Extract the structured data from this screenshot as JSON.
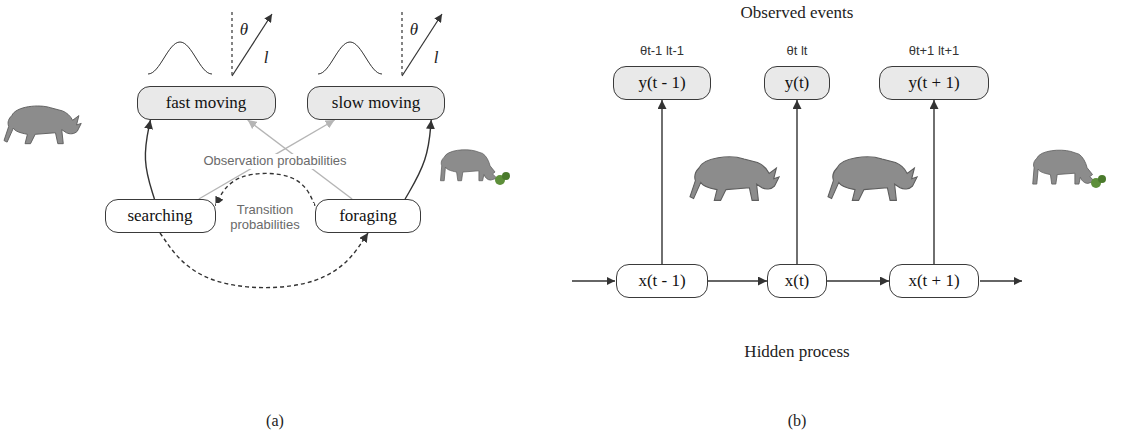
{
  "diagram": {
    "nodes": [
      {
        "text": [
          "fast moving"
        ]
      },
      {
        "text": [
          "slow moving"
        ]
      },
      {
        "text": [
          "searching"
        ]
      },
      {
        "text": [
          "foraging"
        ]
      },
      {
        "text": [
          "y(t - 1)"
        ]
      },
      {
        "text": [
          "y(t)"
        ]
      },
      {
        "text": [
          "y(t + 1)"
        ]
      },
      {
        "text": [
          "x(t - 1)"
        ]
      },
      {
        "text": [
          "x(t)"
        ]
      },
      {
        "text": [
          "x(t + 1)"
        ]
      }
    ],
    "edges": [
      {
        "from": 2,
        "to": 0,
        "arrow": "to"
      },
      {
        "from": 2,
        "to": 1,
        "arrow": "to"
      },
      {
        "from": 3,
        "to": 0,
        "arrow": "to"
      },
      {
        "from": 3,
        "to": 1,
        "arrow": "to"
      },
      {
        "from": 3,
        "to": 2,
        "arrow": "to"
      },
      {
        "from": 2,
        "to": 3,
        "arrow": "to"
      },
      {
        "from": 7,
        "to": 8,
        "arrow": "to"
      },
      {
        "from": 8,
        "to": 9,
        "arrow": "to"
      },
      {
        "from": 7,
        "to": 4,
        "arrow": "to"
      },
      {
        "from": 8,
        "to": 5,
        "arrow": "to"
      },
      {
        "from": 9,
        "to": 6,
        "arrow": "to"
      }
    ],
    "labels": [
      "θ",
      "l",
      "θ",
      "l",
      "Observation probabilities",
      "Transition probabilities",
      "(a)",
      "Observed events",
      "θt-1 lt-1",
      "θt lt",
      "θt+1 lt+1",
      "Hidden process",
      "(b)"
    ]
  }
}
